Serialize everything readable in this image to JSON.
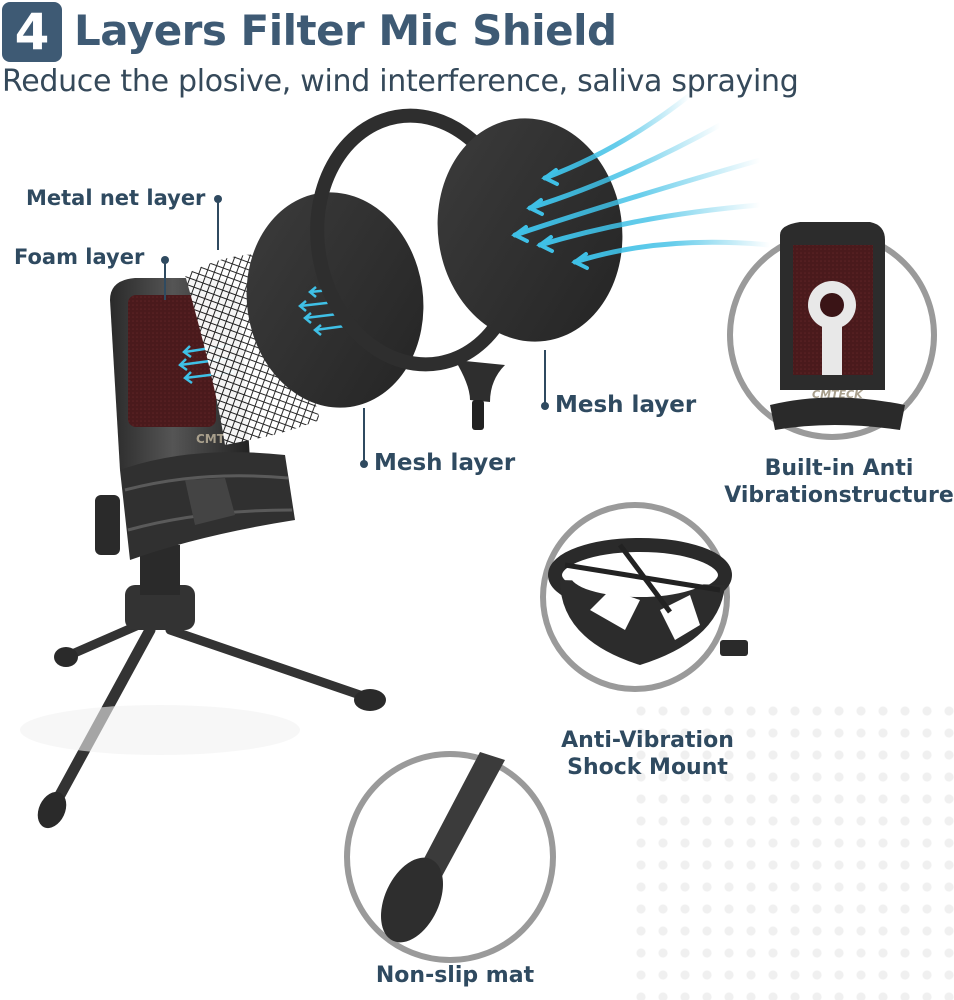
{
  "header": {
    "badge_number": "4",
    "title": "Layers Filter Mic Shield",
    "subtitle": "Reduce the plosive, wind interference, saliva spraying"
  },
  "callouts": {
    "metal_net_layer": "Metal net layer",
    "foam_layer": "Foam layer",
    "mesh_layer_inner": "Mesh layer",
    "mesh_layer_outer": "Mesh layer"
  },
  "features": [
    {
      "caption_line1": "Built-in Anti",
      "caption_line2": "Vibrationstructure"
    },
    {
      "caption_line1": "Anti-Vibration",
      "caption_line2": "Shock Mount"
    },
    {
      "caption_line1": "Non-slip mat"
    }
  ],
  "product": {
    "brand_mark_mic": "CMT",
    "brand_mark_inset": "CMTECK"
  },
  "colors": {
    "badge_bg": "#3e5a74",
    "text_primary": "#2f4a60",
    "airflow_arrows": "#3fc0e6",
    "ring_gray": "#9a9a9a",
    "foam_red": "#4a1a1c",
    "body_black": "#2b2b2b"
  }
}
